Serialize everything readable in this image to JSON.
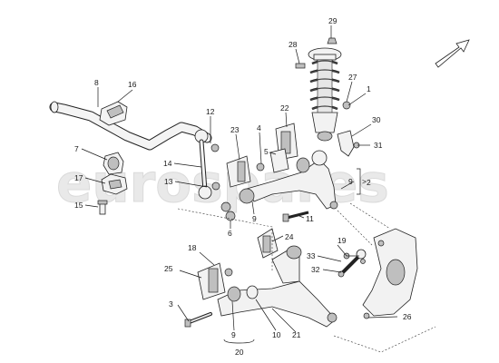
{
  "watermark": "eurospares",
  "labels": {
    "l1": "1",
    "l2": "2",
    "l3": "3",
    "l4": "4",
    "l5": "5",
    "l6": "6",
    "l7": "7",
    "l8": "8",
    "l9a": "9",
    "l9b": "9",
    "l9c": "9",
    "l10": "10",
    "l11": "11",
    "l12": "12",
    "l13": "13",
    "l14": "14",
    "l15": "15",
    "l16": "16",
    "l17": "17",
    "l18": "18",
    "l19": "19",
    "l20": "20",
    "l21": "21",
    "l22": "22",
    "l23": "23",
    "l24": "24",
    "l25": "25",
    "l26": "26",
    "l27": "27",
    "l28": "28",
    "l29": "29",
    "l30": "30",
    "l31": "31",
    "l32": "32",
    "l33": "33"
  },
  "bracket_symbol": ">"
}
